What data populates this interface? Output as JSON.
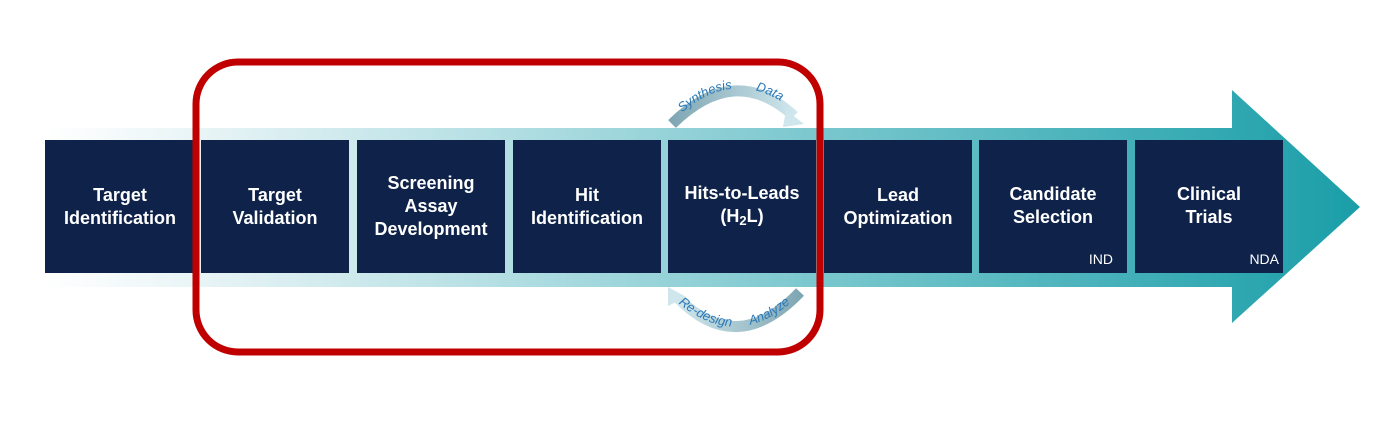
{
  "stages": [
    {
      "label": "Target\nIdentification",
      "tag": ""
    },
    {
      "label": "Target\nValidation",
      "tag": ""
    },
    {
      "label": "Screening\nAssay\nDevelopment",
      "tag": ""
    },
    {
      "label": "Hit\nIdentification",
      "tag": ""
    },
    {
      "label_pre": "Hits-to-Leads\n(H",
      "label_sub": "2",
      "label_post": "L)",
      "tag": ""
    },
    {
      "label": "Lead\nOptimization",
      "tag": ""
    },
    {
      "label": "Candidate\nSelection",
      "tag": "IND"
    },
    {
      "label": "Clinical\nTrials",
      "tag": "NDA"
    }
  ],
  "cycle": {
    "top": [
      "Synthesis",
      "Data"
    ],
    "bottom": [
      "Re-design",
      "Analyze"
    ]
  },
  "colors": {
    "stage_fill": "#0f2249",
    "arrow_start": "#ffffff",
    "arrow_end": "#1a9ea8",
    "highlight_frame": "#c00000",
    "cycle_arrow": "#a9c6cf",
    "cycle_text": "#2a78b8"
  },
  "highlight": {
    "from_stage": "Target Validation",
    "to_stage": "Hits-to-Leads (H2L)"
  }
}
